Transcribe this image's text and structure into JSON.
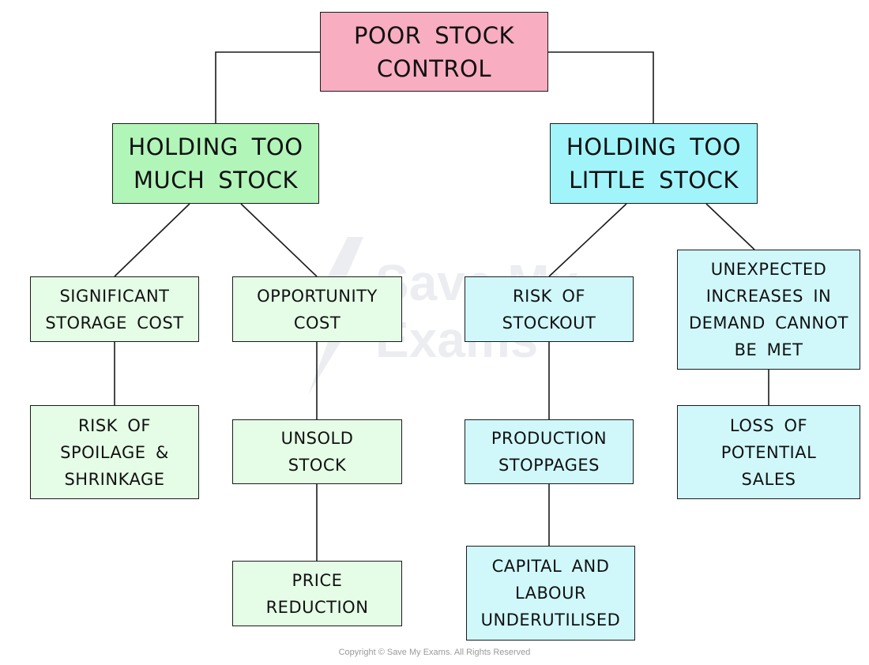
{
  "diagram": {
    "root": "POOR STOCK\nCONTROL",
    "branches": {
      "too_much": "HOLDING TOO\nMUCH STOCK",
      "too_little": "HOLDING TOO\nLITTLE STOCK"
    },
    "too_much_items": {
      "storage_cost": "SIGNIFICANT\nSTORAGE COST",
      "spoilage": "RISK OF\nSPOILAGE &\nSHRINKAGE",
      "opportunity_cost": "OPPORTUNITY\nCOST",
      "unsold_stock": "UNSOLD\nSTOCK",
      "price_reduction": "PRICE\nREDUCTION"
    },
    "too_little_items": {
      "stockout": "RISK OF\nSTOCKOUT",
      "production_stoppages": "PRODUCTION\nSTOPPAGES",
      "underutilised": "CAPITAL AND\nLABOUR\nUNDERUTILISED",
      "unexpected_demand": "UNEXPECTED\nINCREASES IN\nDEMAND CANNOT\nBE MET",
      "lost_sales": "LOSS OF\nPOTENTIAL\nSALES"
    },
    "colors": {
      "root": "#f9adc1",
      "too_much": "#b2f5b9",
      "too_much_items": "#e5fde7",
      "too_little": "#a2f4fb",
      "too_little_items": "#d0f8fb"
    }
  },
  "watermark": {
    "text": "Save My\nExams",
    "icon": "lightning-bolt-logo-icon"
  },
  "footer": {
    "copyright": "Copyright © Save My Exams. All Rights Reserved"
  }
}
